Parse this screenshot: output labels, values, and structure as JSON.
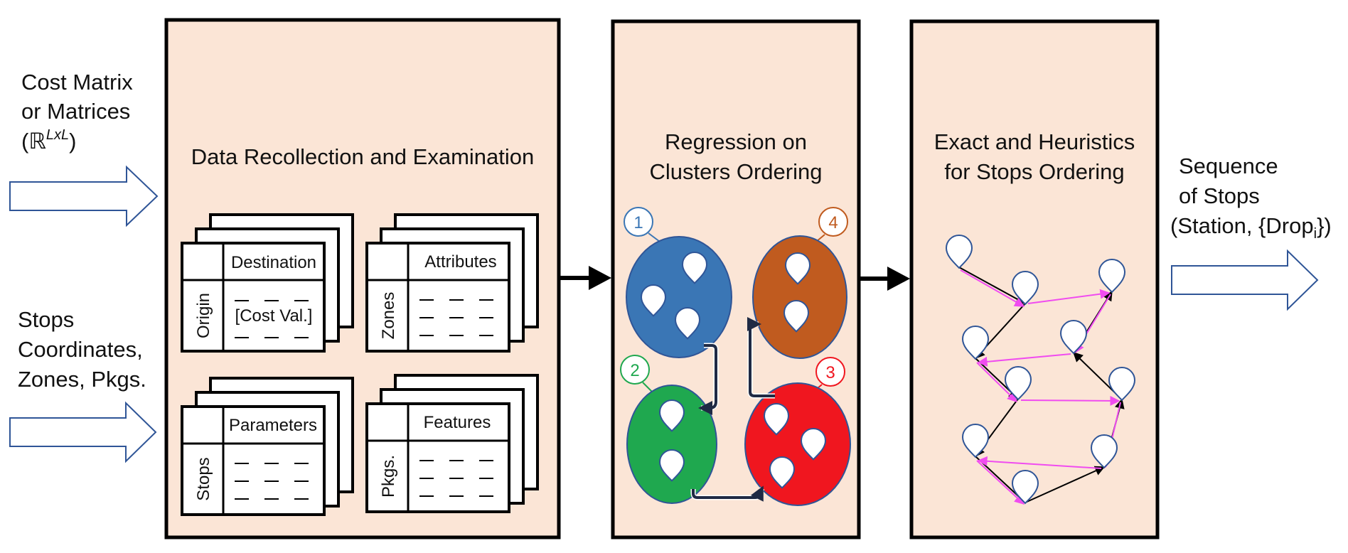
{
  "inputs": {
    "cost": {
      "line1": "Cost Matrix",
      "line2": "or Matrices",
      "line3_open": "(",
      "line3_symbol": "ℝ",
      "line3_sup": "LxL",
      "line3_close": ")"
    },
    "stops": {
      "line1": "Stops",
      "line2": "Coordinates,",
      "line3": "Zones, Pkgs."
    }
  },
  "stage1": {
    "title": "Data Recollection and Examination",
    "cards": {
      "cost": {
        "header": "Destination",
        "side": "Origin",
        "value": "[Cost Val.]"
      },
      "zones": {
        "header": "Attributes",
        "side": "Zones"
      },
      "stops": {
        "header": "Parameters",
        "side": "Stops"
      },
      "pkgs": {
        "header": "Features",
        "side": "Pkgs."
      }
    }
  },
  "stage2": {
    "title_line1": "Regression on",
    "title_line2": "Clusters Ordering",
    "clusters": [
      {
        "label": "1",
        "color": "#3A76B5"
      },
      {
        "label": "2",
        "color": "#1FA84F"
      },
      {
        "label": "3",
        "color": "#F0161F"
      },
      {
        "label": "4",
        "color": "#C05B1F"
      }
    ]
  },
  "stage3": {
    "title_line1": "Exact and Heuristics",
    "title_line2": "for Stops Ordering",
    "route_colors": {
      "primary": "#000000",
      "secondary": "#F04CF0"
    }
  },
  "output": {
    "line1": "Sequence",
    "line2": "of Stops",
    "line3_open": "(Station, {Drop",
    "line3_sub": "i",
    "line3_close": "})"
  },
  "colors": {
    "panel_fill": "#FBE5D6",
    "arrow_outline": "#2F5597"
  }
}
